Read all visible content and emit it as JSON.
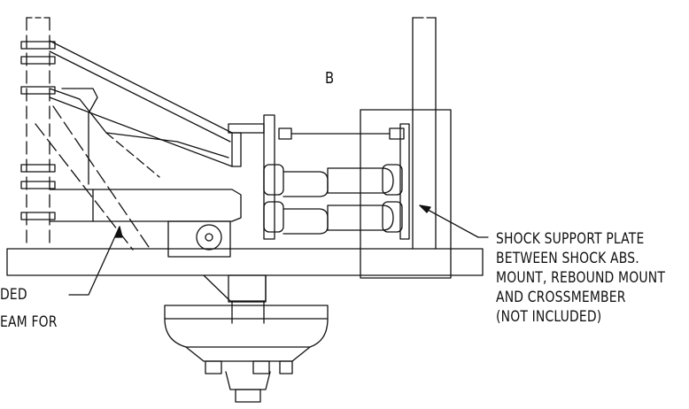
{
  "view_label": "B",
  "callout_right": {
    "lines": [
      "SHOCK SUPPORT PLATE",
      "BETWEEN SHOCK ABS.",
      "MOUNT, REBOUND MOUNT",
      "AND CROSSMEMBER",
      "(NOT INCLUDED)"
    ]
  },
  "callout_left": {
    "lines": [
      "DED",
      "EAM FOR"
    ]
  }
}
